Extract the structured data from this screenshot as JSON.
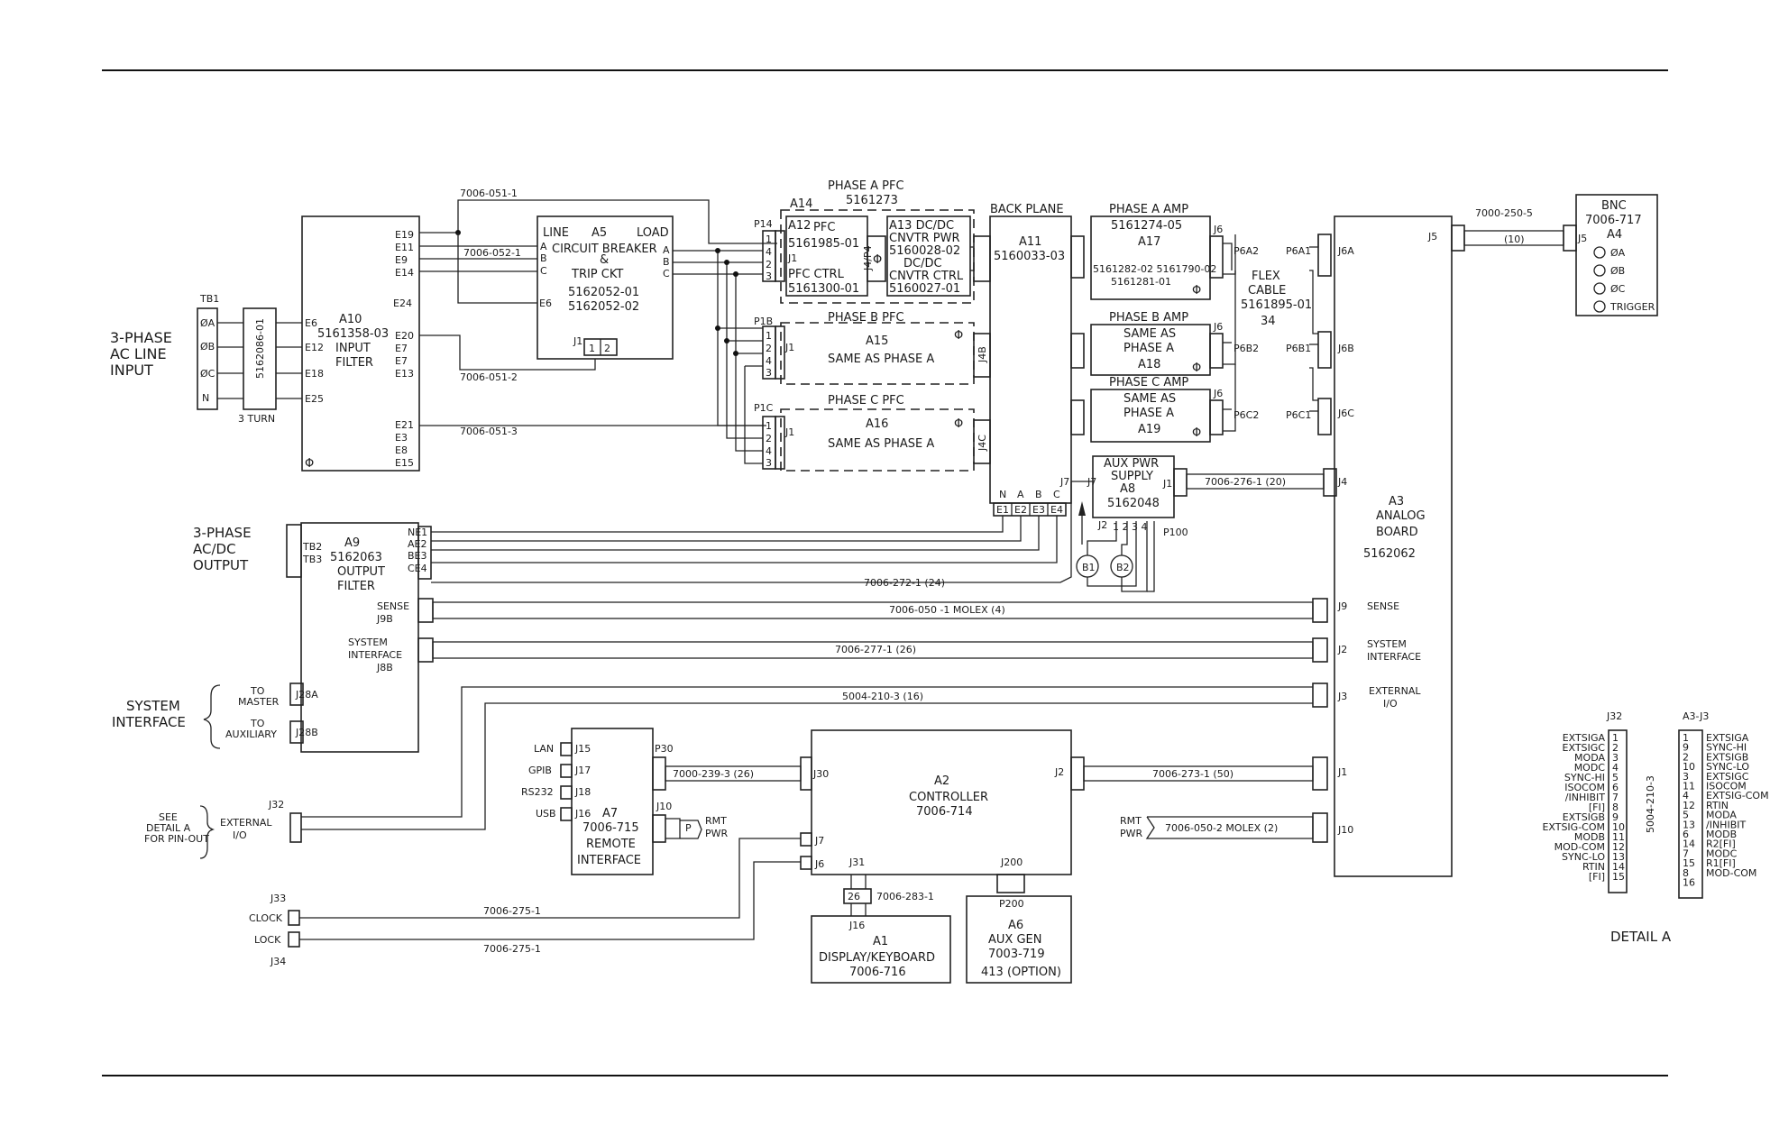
{
  "blocks": {
    "tb1": {
      "ref": "TB1",
      "pins": [
        "ØA",
        "ØB",
        "ØC",
        "N"
      ]
    },
    "choke": {
      "part": "5162086-01",
      "note": "3 TURN"
    },
    "ac_input": {
      "l1": "3-PHASE",
      "l2": "AC LINE",
      "l3": "INPUT"
    },
    "a10": {
      "ref": "A10",
      "part": "5161358-03",
      "l1": "INPUT",
      "l2": "FILTER",
      "sym": "Φ",
      "pins_left": [
        "E6",
        "E12",
        "E18",
        "E25"
      ],
      "pins_right_a": [
        "E19",
        "E11",
        "E9",
        "E14"
      ],
      "pin_e24": "E24",
      "pins_right_b": [
        "E20",
        "E7",
        "E7",
        "E13"
      ],
      "pins_right_c": [
        "E21",
        "E3",
        "E8",
        "E15"
      ]
    },
    "a5": {
      "ref": "A5",
      "line": "LINE",
      "load": "LOAD",
      "l1": "CIRCUIT BREAKER",
      "amp": "&",
      "l2": "TRIP CKT",
      "part1": "5162052-01",
      "part2": "5162052-02",
      "pins_l": [
        "A",
        "B",
        "C"
      ],
      "pins_r": [
        "A",
        "B",
        "C"
      ],
      "e6": "E6",
      "j1": "J1",
      "j1_pins": [
        "1",
        "2"
      ]
    },
    "a14": {
      "title": "PHASE A PFC",
      "part": "5161273",
      "ref": "A14",
      "p14": "P14",
      "a12": {
        "ref": "A12",
        "l1": "PFC",
        "part1": "5161985-01",
        "j1": "J1",
        "l2": "PFC CTRL",
        "part2": "5161300-01"
      },
      "a13": {
        "l1": "A13  DC/DC",
        "l2": "CNVTR PWR",
        "part1": "5160028-02",
        "l3": "DC/DC",
        "l4": "CNVTR CTRL",
        "part2": "5160027-01"
      },
      "sym": "Φ",
      "p14_pins": [
        "1",
        "4",
        "2",
        "3"
      ],
      "side": "J4/P4"
    },
    "a15": {
      "ref": "A15",
      "title": "PHASE B PFC",
      "body": "SAME AS PHASE A",
      "conn": "P1B",
      "j1": "J1",
      "sym": "Φ",
      "side": "J4B"
    },
    "a16": {
      "ref": "A16",
      "title": "PHASE C PFC",
      "body": "SAME AS PHASE A",
      "conn": "P1C",
      "j1": "J1",
      "sym": "Φ",
      "side": "J4C"
    },
    "a11": {
      "title": "BACK PLANE",
      "ref": "A11",
      "part": "5160033-03",
      "j7": "J7",
      "phases": [
        "N",
        "A",
        "B",
        "C"
      ],
      "pins": [
        "E1",
        "E2",
        "E3",
        "E4"
      ]
    },
    "a17": {
      "title": "PHASE A AMP",
      "part": "5161274-05",
      "ref": "A17",
      "sub": "5161282-02 5161790-02",
      "sub2": "5161281-01",
      "sym": "Φ",
      "j6": "J6"
    },
    "a18": {
      "title": "PHASE B AMP",
      "l1": "SAME AS",
      "l2": "PHASE A",
      "ref": "A18",
      "sym": "Φ",
      "j6": "J6"
    },
    "a19": {
      "title": "PHASE C AMP",
      "l1": "SAME AS",
      "l2": "PHASE A",
      "ref": "A19",
      "sym": "Φ",
      "j6": "J6"
    },
    "flex": {
      "l1": "FLEX",
      "l2": "CABLE",
      "part": "5161895-01",
      "n": "34",
      "pins": [
        "P6A2",
        "P6A1",
        "P6B2",
        "P6B1",
        "P6C2",
        "P6C1"
      ]
    },
    "a3": {
      "ref": "A3",
      "l1": "ANALOG",
      "l2": "BOARD",
      "part": "5162062",
      "j5": "J5",
      "j6a": "J6A",
      "j6b": "J6B",
      "j6c": "J6C",
      "j4": "J4",
      "j9": "J9",
      "j9_label": "SENSE",
      "j2": "J2",
      "j2_l1": "SYSTEM",
      "j2_l2": "INTERFACE",
      "j3": "J3",
      "j3_l1": "EXTERNAL",
      "j3_l2": "I/O",
      "j1": "J1",
      "j10": "J10"
    },
    "bnc": {
      "l1": "BNC",
      "part": "7006-717",
      "ref": "A4",
      "j5": "J5",
      "items": [
        "ØA",
        "ØB",
        "ØC",
        "TRIGGER"
      ]
    },
    "a8": {
      "l1": "AUX PWR",
      "l2": "SUPPLY",
      "ref": "A8",
      "part": "5162048",
      "j7": "J7",
      "j1": "J1",
      "j2": "J2",
      "pins": "1 2 3 4",
      "p100": "P100",
      "fans": [
        "B1",
        "B2"
      ]
    },
    "a9": {
      "ref": "A9",
      "part": "5162063",
      "l1": "OUTPUT",
      "l2": "FILTER",
      "tb2": "TB2",
      "tb3": "TB3",
      "pins": [
        "NE1",
        "AE2",
        "BE3",
        "CE4"
      ],
      "sense": "SENSE",
      "j9b": "J9B",
      "si1": "SYSTEM",
      "si2": "INTERFACE",
      "j8b": "J8B",
      "j28a": "J28A",
      "j28b": "J28B"
    },
    "ac_output": {
      "l1": "3-PHASE",
      "l2": "AC/DC",
      "l3": "OUTPUT"
    },
    "sysif": {
      "l1": "SYSTEM",
      "l2": "INTERFACE",
      "m1": "TO",
      "m2": "MASTER",
      "x1": "TO",
      "x2": "AUXILIARY"
    },
    "ext": {
      "j32": "J32",
      "s1": "SEE",
      "s2": "DETAIL A",
      "s3": "FOR PIN-OUT",
      "e1": "EXTERNAL",
      "e2": "I/O"
    },
    "a7": {
      "ref": "A7",
      "part": "7006-715",
      "l1": "REMOTE",
      "l2": "INTERFACE",
      "ports": [
        {
          "name": "LAN",
          "j": "J15"
        },
        {
          "name": "GPIB",
          "j": "J17"
        },
        {
          "name": "RS232",
          "j": "J18"
        },
        {
          "name": "USB",
          "j": "J16"
        }
      ],
      "p30": "P30",
      "j10": "J10",
      "p": "P",
      "rmt1": "RMT",
      "rmt2": "PWR"
    },
    "a2": {
      "ref": "A2",
      "l1": "CONTROLLER",
      "part": "7006-714",
      "j30": "J30",
      "j2": "J2",
      "j7": "J7",
      "j6": "J6",
      "j31": "J31",
      "j200": "J200"
    },
    "a1": {
      "j16": "J16",
      "pin": "26",
      "ref": "A1",
      "l1": "DISPLAY/KEYBOARD",
      "part": "7006-716"
    },
    "a6": {
      "p200": "P200",
      "ref": "A6",
      "l1": "AUX GEN",
      "part": "7003-719",
      "l2": "413 (OPTION)"
    },
    "clk": {
      "j33": "J33",
      "c1": "CLOCK",
      "c2": "LOCK",
      "j34": "J34"
    },
    "rmtpwr": {
      "l1": "RMT",
      "l2": "PWR"
    },
    "detail": {
      "title": "DETAIL A",
      "j32": "J32",
      "a3j3": "A3-J3",
      "cable": "5004-210-3",
      "j32_sig": [
        "EXTSIGA",
        "EXTSIGC",
        "MODA",
        "MODC",
        "SYNC-HI",
        "ISOCOM",
        "/INHIBIT",
        "[FI]",
        "EXTSIGB",
        "EXTSIG-COM",
        "MODB",
        "MOD-COM",
        "SYNC-LO",
        "RTIN",
        "[FI]"
      ],
      "j32_pins": [
        "1",
        "2",
        "3",
        "4",
        "5",
        "6",
        "7",
        "8",
        "9",
        "10",
        "11",
        "12",
        "13",
        "14",
        "15"
      ],
      "j3_pins": [
        "1",
        "9",
        "2",
        "10",
        "3",
        "11",
        "4",
        "12",
        "5",
        "13",
        "6",
        "14",
        "7",
        "15",
        "8",
        "16"
      ],
      "j3_sig": [
        "EXTSIGA",
        "SYNC-HI",
        "EXTSIGB",
        "SYNC-LO",
        "EXTSIGC",
        "ISOCOM",
        "EXTSIG-COM",
        "RTIN",
        "MODA",
        "/INHIBIT",
        "MODB",
        "R2[FI]",
        "MODC",
        "R1[FI]",
        "MOD-COM",
        ""
      ]
    }
  },
  "cables": {
    "c051_1": "7006-051-1",
    "c052_1": "7006-052-1",
    "c051_2": "7006-051-2",
    "c051_3": "7006-051-3",
    "c250": "7000-250-5",
    "c250_n": "(10)",
    "c276": "7006-276-1 (20)",
    "c272": "7006-272-1 (24)",
    "c050_1": "7006-050 -1 MOLEX (4)",
    "c277": "7006-277-1 (26)",
    "c5004": "5004-210-3 (16)",
    "c239": "7000-239-3 (26)",
    "c273": "7006-273-1  (50)",
    "c050_2": "7006-050-2 MOLEX (2)",
    "c283": "7006-283-1",
    "c275a": "7006-275-1",
    "c275b": "7006-275-1"
  }
}
